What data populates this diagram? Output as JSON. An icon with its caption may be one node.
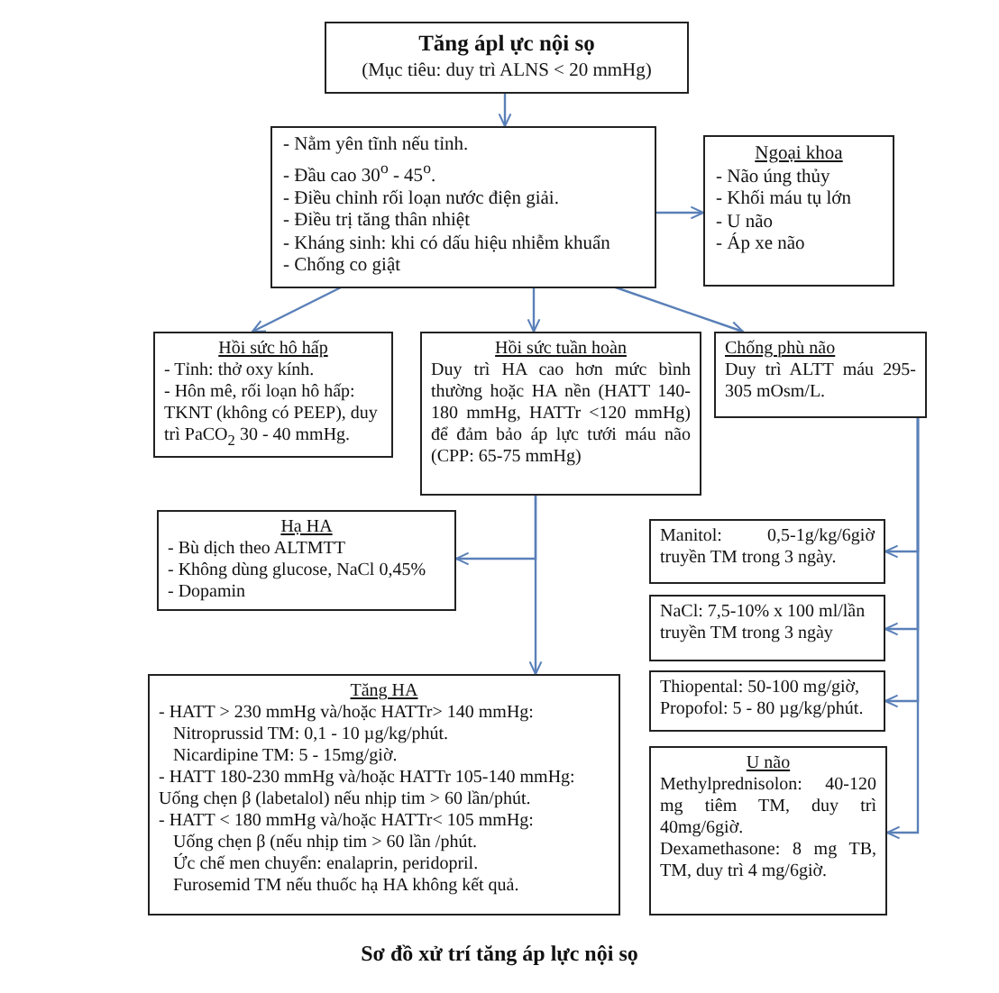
{
  "diagram": {
    "caption": "Sơ đồ xử trí tăng áp lực nội sọ",
    "nodes": [
      {
        "text": [
          "Tăng ápl ực nội sọ",
          "(Mục tiêu: duy trì ALNS < 20 mmHg)"
        ]
      },
      {
        "text": [
          "- Nằm yên tĩnh nếu tỉnh.",
          "- Đầu cao 30$^{o}$ - 45$^{o}$.",
          "- Điều chỉnh rối loạn nước điện giải.",
          "- Điều trị tăng thân nhiệt",
          "- Kháng sinh: khi có dấu hiệu nhiễm khuẩn",
          "- Chống co giật"
        ]
      },
      {
        "text": [
          "Ngoại khoa",
          "- Não úng thủy",
          "- Khối máu tụ lớn",
          "- U não",
          "- Áp xe não"
        ]
      },
      {
        "text": [
          "Hồi sức hô hấp",
          "- Tỉnh: thở oxy kính.",
          "- Hôn mê, rối loạn hô hấp: TKNT (không có PEEP), duy trì PaCO$_{2}$ 30 - 40 mmHg."
        ]
      },
      {
        "text": [
          "Hồi sức tuần hoàn",
          "Duy trì HA cao hơn mức bình thường hoặc HA nền (HATT 140-180 mmHg, HATTr <120 mmHg) để đảm bảo áp lực tưới máu não (CPP: 65-75 mmHg)"
        ]
      },
      {
        "text": [
          "Chống phù não",
          "Duy trì ALTT máu 295-305 mOsm/L."
        ]
      },
      {
        "text": [
          "Hạ HA",
          "- Bù dịch theo ALTMTT",
          "- Không dùng glucose, NaCl 0,45%",
          "- Dopamin"
        ]
      },
      {
        "text": [
          "Tăng HA",
          "- HATT > 230 mmHg và/hoặc HATTr> 140 mmHg:",
          "Nitroprussid TM: 0,1 - 10 µg/kg/phút.",
          "Nicardipine TM: 5 - 15mg/giờ.",
          "- HATT 180-230 mmHg và/hoặc HATTr 105-140 mmHg:",
          "Uống chẹn β (labetalol) nếu nhịp tim > 60 lần/phút.",
          "- HATT < 180 mmHg và/hoặc HATTr< 105 mmHg:",
          "Uống chẹn β (nếu nhịp tim > 60 lần /phút.",
          "Ức chế men chuyển: enalaprin, peridopril.",
          "Furosemid TM nếu thuốc hạ HA không kết quả."
        ]
      },
      {
        "text": [
          "Manitol: 0,5-1g/kg/6giờ truyền TM trong 3 ngày."
        ]
      },
      {
        "text": [
          "NaCl: 7,5-10% x 100 ml/lần truyền TM trong 3 ngày"
        ]
      },
      {
        "text": [
          "Thiopental: 50-100 mg/giờ,",
          "Propofol: 5 - 80 µg/kg/phút."
        ]
      },
      {
        "text": [
          "U não",
          "Methylprednisolon: 40-120 mg tiêm TM, duy trì 40mg/6giờ.",
          "Dexamethasone: 8 mg TB, TM, duy trì 4 mg/6giờ."
        ]
      }
    ],
    "edges": [
      {
        "from": 0,
        "to": 1,
        "arrow": "to"
      },
      {
        "from": 1,
        "to": 2,
        "arrow": "to"
      },
      {
        "from": 1,
        "to": 3,
        "arrow": "to"
      },
      {
        "from": 1,
        "to": 4,
        "arrow": "to"
      },
      {
        "from": 1,
        "to": 5,
        "arrow": "to"
      },
      {
        "from": 4,
        "to": 6,
        "arrow": "to"
      },
      {
        "from": 4,
        "to": 7,
        "arrow": "to"
      },
      {
        "from": 5,
        "to": 8,
        "arrow": "to"
      },
      {
        "from": 5,
        "to": 9,
        "arrow": "to"
      },
      {
        "from": 5,
        "to": 10,
        "arrow": "to"
      },
      {
        "from": 5,
        "to": 11,
        "arrow": "to"
      }
    ]
  }
}
